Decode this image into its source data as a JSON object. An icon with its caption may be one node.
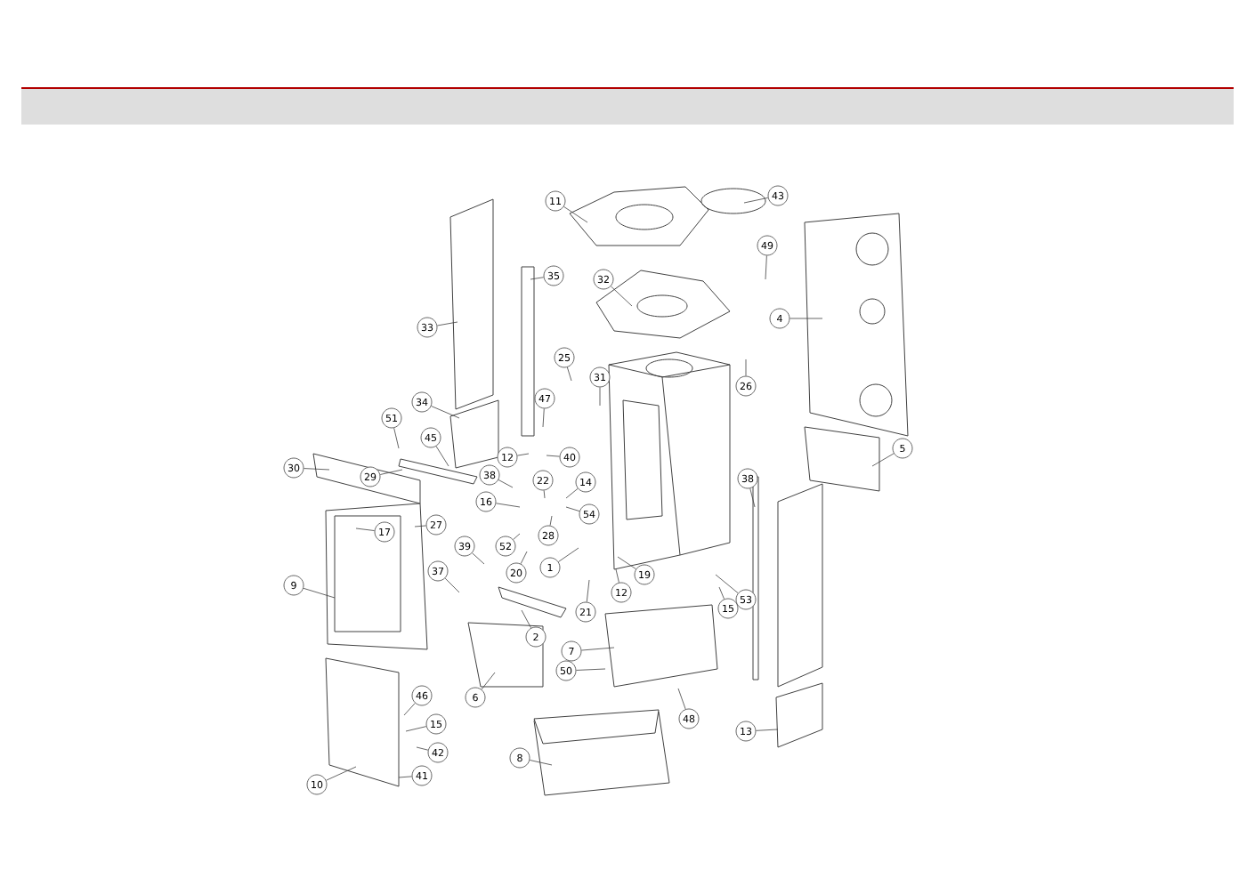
{
  "diagram": {
    "nodes": [
      {
        "text": [
          "11"
        ]
      },
      {
        "text": [
          "43"
        ]
      },
      {
        "text": [
          "49"
        ]
      },
      {
        "text": [
          "35"
        ]
      },
      {
        "text": [
          "32"
        ]
      },
      {
        "text": [
          "4"
        ]
      },
      {
        "text": [
          "33"
        ]
      },
      {
        "text": [
          "25"
        ]
      },
      {
        "text": [
          "31"
        ]
      },
      {
        "text": [
          "26"
        ]
      },
      {
        "text": [
          "47"
        ]
      },
      {
        "text": [
          "34"
        ]
      },
      {
        "text": [
          "51"
        ]
      },
      {
        "text": [
          "45"
        ]
      },
      {
        "text": [
          "5"
        ]
      },
      {
        "text": [
          "12"
        ]
      },
      {
        "text": [
          "40"
        ]
      },
      {
        "text": [
          "30"
        ]
      },
      {
        "text": [
          "29"
        ]
      },
      {
        "text": [
          "38"
        ]
      },
      {
        "text": [
          "22"
        ]
      },
      {
        "text": [
          "14"
        ]
      },
      {
        "text": [
          "38"
        ]
      },
      {
        "text": [
          "16"
        ]
      },
      {
        "text": [
          "54"
        ]
      },
      {
        "text": [
          "27"
        ]
      },
      {
        "text": [
          "17"
        ]
      },
      {
        "text": [
          "28"
        ]
      },
      {
        "text": [
          "39"
        ]
      },
      {
        "text": [
          "52"
        ]
      },
      {
        "text": [
          "1"
        ]
      },
      {
        "text": [
          "20"
        ]
      },
      {
        "text": [
          "37"
        ]
      },
      {
        "text": [
          "19"
        ]
      },
      {
        "text": [
          "9"
        ]
      },
      {
        "text": [
          "12"
        ]
      },
      {
        "text": [
          "53"
        ]
      },
      {
        "text": [
          "15"
        ]
      },
      {
        "text": [
          "21"
        ]
      },
      {
        "text": [
          "2"
        ]
      },
      {
        "text": [
          "7"
        ]
      },
      {
        "text": [
          "50"
        ]
      },
      {
        "text": [
          "46"
        ]
      },
      {
        "text": [
          "6"
        ]
      },
      {
        "text": [
          "48"
        ]
      },
      {
        "text": [
          "15"
        ]
      },
      {
        "text": [
          "13"
        ]
      },
      {
        "text": [
          "42"
        ]
      },
      {
        "text": [
          "8"
        ]
      },
      {
        "text": [
          "41"
        ]
      },
      {
        "text": [
          "10"
        ]
      }
    ],
    "edges": [
      {
        "from": 0,
        "to": null,
        "arrow": "none"
      },
      {
        "from": 1,
        "to": null,
        "arrow": "none"
      },
      {
        "from": 2,
        "to": null,
        "arrow": "none"
      },
      {
        "from": 3,
        "to": null,
        "arrow": "none"
      },
      {
        "from": 4,
        "to": null,
        "arrow": "none"
      },
      {
        "from": 5,
        "to": null,
        "arrow": "none"
      },
      {
        "from": 6,
        "to": null,
        "arrow": "none"
      },
      {
        "from": 7,
        "to": null,
        "arrow": "none"
      },
      {
        "from": 8,
        "to": null,
        "arrow": "none"
      },
      {
        "from": 9,
        "to": null,
        "arrow": "none"
      },
      {
        "from": 10,
        "to": null,
        "arrow": "none"
      },
      {
        "from": 11,
        "to": null,
        "arrow": "none"
      },
      {
        "from": 12,
        "to": null,
        "arrow": "none"
      },
      {
        "from": 13,
        "to": null,
        "arrow": "none"
      },
      {
        "from": 14,
        "to": null,
        "arrow": "none"
      },
      {
        "from": 15,
        "to": null,
        "arrow": "none"
      },
      {
        "from": 16,
        "to": null,
        "arrow": "none"
      },
      {
        "from": 17,
        "to": null,
        "arrow": "none"
      },
      {
        "from": 18,
        "to": null,
        "arrow": "none"
      },
      {
        "from": 19,
        "to": null,
        "arrow": "none"
      },
      {
        "from": 20,
        "to": null,
        "arrow": "none"
      },
      {
        "from": 21,
        "to": null,
        "arrow": "none"
      },
      {
        "from": 22,
        "to": null,
        "arrow": "none"
      },
      {
        "from": 23,
        "to": null,
        "arrow": "none"
      },
      {
        "from": 24,
        "to": null,
        "arrow": "none"
      },
      {
        "from": 25,
        "to": null,
        "arrow": "none"
      },
      {
        "from": 26,
        "to": null,
        "arrow": "none"
      },
      {
        "from": 27,
        "to": null,
        "arrow": "none"
      },
      {
        "from": 28,
        "to": null,
        "arrow": "none"
      },
      {
        "from": 29,
        "to": null,
        "arrow": "none"
      },
      {
        "from": 30,
        "to": null,
        "arrow": "none"
      },
      {
        "from": 31,
        "to": null,
        "arrow": "none"
      },
      {
        "from": 32,
        "to": null,
        "arrow": "none"
      },
      {
        "from": 33,
        "to": null,
        "arrow": "none"
      },
      {
        "from": 34,
        "to": null,
        "arrow": "none"
      },
      {
        "from": 35,
        "to": null,
        "arrow": "none"
      },
      {
        "from": 36,
        "to": null,
        "arrow": "none"
      },
      {
        "from": 37,
        "to": null,
        "arrow": "none"
      },
      {
        "from": 38,
        "to": null,
        "arrow": "none"
      },
      {
        "from": 39,
        "to": null,
        "arrow": "none"
      },
      {
        "from": 40,
        "to": null,
        "arrow": "none"
      },
      {
        "from": 41,
        "to": null,
        "arrow": "none"
      },
      {
        "from": 42,
        "to": null,
        "arrow": "none"
      },
      {
        "from": 43,
        "to": null,
        "arrow": "none"
      },
      {
        "from": 44,
        "to": null,
        "arrow": "none"
      },
      {
        "from": 45,
        "to": null,
        "arrow": "none"
      },
      {
        "from": 46,
        "to": null,
        "arrow": "none"
      },
      {
        "from": 47,
        "to": null,
        "arrow": "none"
      },
      {
        "from": 48,
        "to": null,
        "arrow": "none"
      },
      {
        "from": 49,
        "to": null,
        "arrow": "none"
      },
      {
        "from": 50,
        "to": null,
        "arrow": "none"
      }
    ]
  }
}
